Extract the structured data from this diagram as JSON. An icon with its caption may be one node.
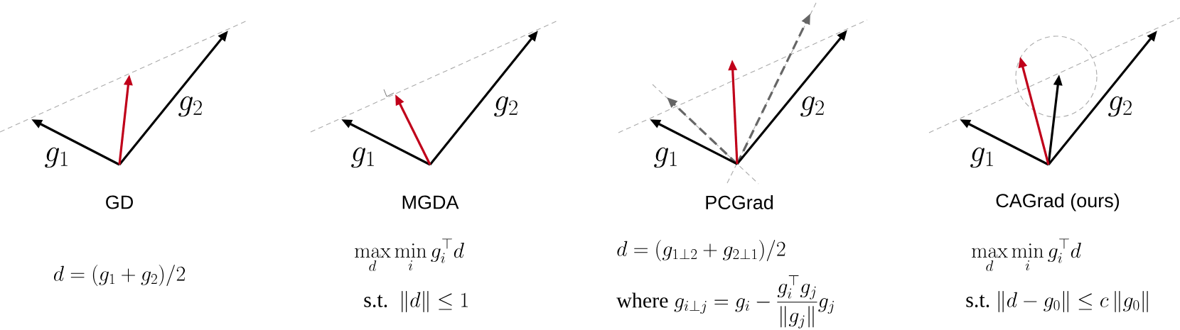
{
  "diagram": {
    "labels": [
      "g_2",
      "g_1",
      "GD",
      "d = (g_1 + g_2)/2",
      "g_2",
      "g_1",
      "MGDA",
      "\\max_d \\min_i g_i^\\top d",
      "\\text{s.t.}\\ \\ \\|d\\| \\le 1",
      "g_2",
      "g_1",
      "PCGrad",
      "d = (g_{1\\perp 2} + g_{2\\perp 1})/2",
      "\\text{where } g_{i\\perp j} = g_i - \\frac{g_i^\\top g_j}{\\|g_j\\|} g_j",
      "g_2",
      "g_1",
      "CAGrad (ours)",
      "\\max_d \\min_i g_i^\\top d",
      "\\text{s.t.}\\ \\|d - g_0\\| \\le c\\, \\|g_0\\|"
    ]
  }
}
